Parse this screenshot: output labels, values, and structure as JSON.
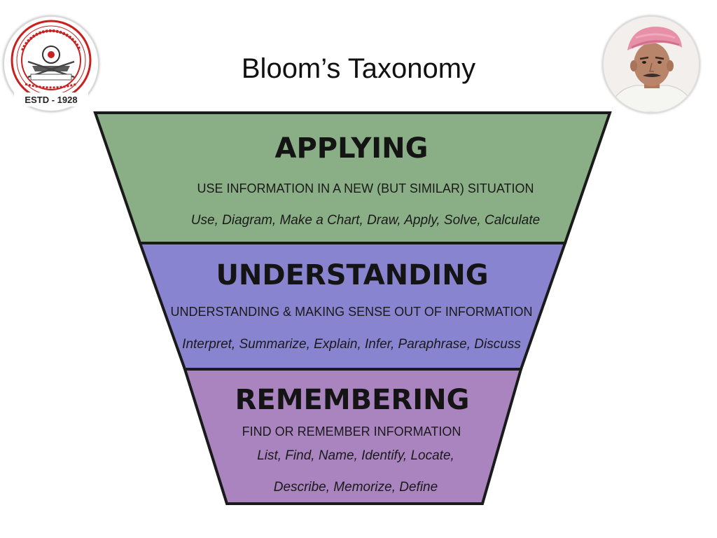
{
  "slide": {
    "title": "Bloom’s Taxonomy",
    "logo_left": {
      "year_text": "ESTD - 1928",
      "ring_color": "#c8201f",
      "icon": "institution-emblem-icon"
    },
    "logo_right": {
      "icon": "founder-portrait-icon",
      "turban_color": "#e890a8"
    }
  },
  "pyramid": {
    "levels": [
      {
        "heading": "APPLYING",
        "description": "USE INFORMATION IN A NEW (BUT SIMILAR) SITUATION",
        "verbs": [
          "Use, Diagram, Make a Chart, Draw, Apply, Solve, Calculate"
        ],
        "color": "#8aae85"
      },
      {
        "heading": "UNDERSTANDING",
        "description": "UNDERSTANDING & MAKING SENSE OUT OF INFORMATION",
        "verbs": [
          "Interpret, Summarize, Explain, Infer, Paraphrase, Discuss"
        ],
        "color": "#8884cf"
      },
      {
        "heading": "REMEMBERING",
        "description": "FIND OR REMEMBER INFORMATION",
        "verbs": [
          "List, Find, Name, Identify, Locate,",
          "Describe, Memorize, Define"
        ],
        "color": "#a984bf"
      }
    ],
    "border_color": "#1a1a1a"
  }
}
